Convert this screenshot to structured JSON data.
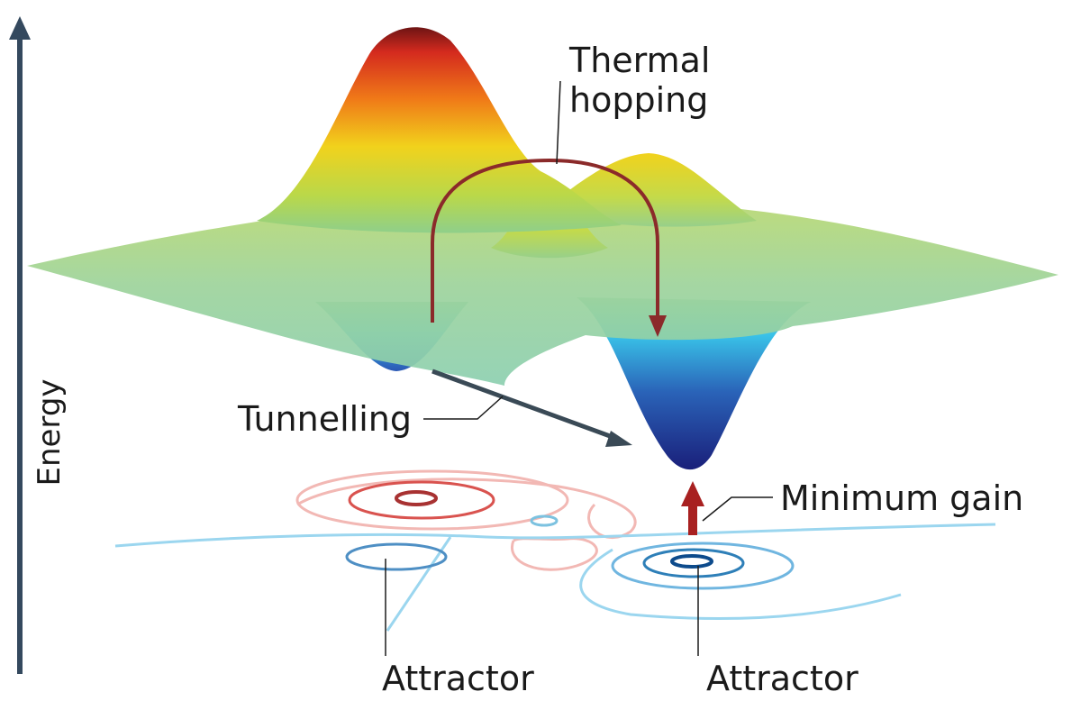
{
  "axis": {
    "label": "Energy",
    "color": "#34495e"
  },
  "labels": {
    "thermal_line1": "Thermal",
    "thermal_line2": "hopping",
    "tunnelling": "Tunnelling",
    "minimum_gain": "Minimum gain",
    "attractor_left": "Attractor",
    "attractor_right": "Attractor"
  },
  "colors": {
    "thermal_arrow": "#8b2a2a",
    "tunnel_arrow": "#3a4a56",
    "gain_arrow": "#a82020",
    "contour_red": "#d9534f",
    "contour_blue": "#2e7fb8"
  }
}
